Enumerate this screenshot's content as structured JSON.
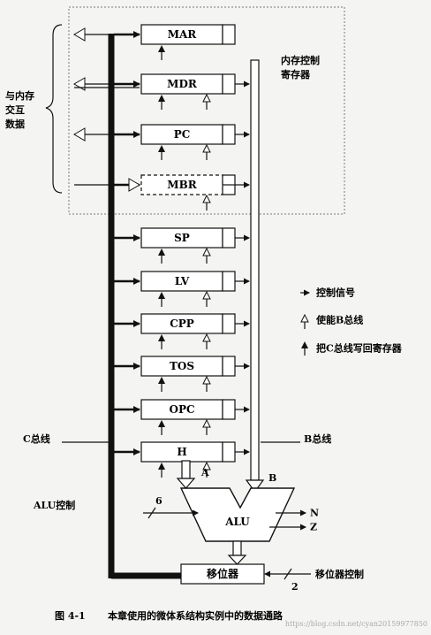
{
  "registers": [
    {
      "id": "mar",
      "label": "MAR"
    },
    {
      "id": "mdr",
      "label": "MDR"
    },
    {
      "id": "pc",
      "label": "PC"
    },
    {
      "id": "mbr",
      "label": "MBR"
    },
    {
      "id": "sp",
      "label": "SP"
    },
    {
      "id": "lv",
      "label": "LV"
    },
    {
      "id": "cpp",
      "label": "CPP"
    },
    {
      "id": "tos",
      "label": "TOS"
    },
    {
      "id": "opc",
      "label": "OPC"
    },
    {
      "id": "h",
      "label": "H"
    }
  ],
  "labels": {
    "memory_interface": "与内存\n交互\n数据",
    "memory_control": "内存控制\n寄存器",
    "c_bus": "C总线",
    "b_bus": "B总线",
    "alu": "ALU",
    "alu_control": "ALU控制",
    "alu_control_width": "6",
    "alu_in_a": "A",
    "alu_in_b": "B",
    "out_n": "N",
    "out_z": "Z",
    "shifter": "移位器",
    "shifter_control": "移位器控制",
    "shifter_control_width": "2"
  },
  "legend": {
    "control_signal": "控制信号",
    "enable_b": "使能B总线",
    "write_c": "把C总线写回寄存器"
  },
  "caption": {
    "number": "图 4-1",
    "text": "本章使用的微体系结构实例中的数据通路"
  },
  "watermark": "https://blog.csdn.net/cyan20159977850"
}
